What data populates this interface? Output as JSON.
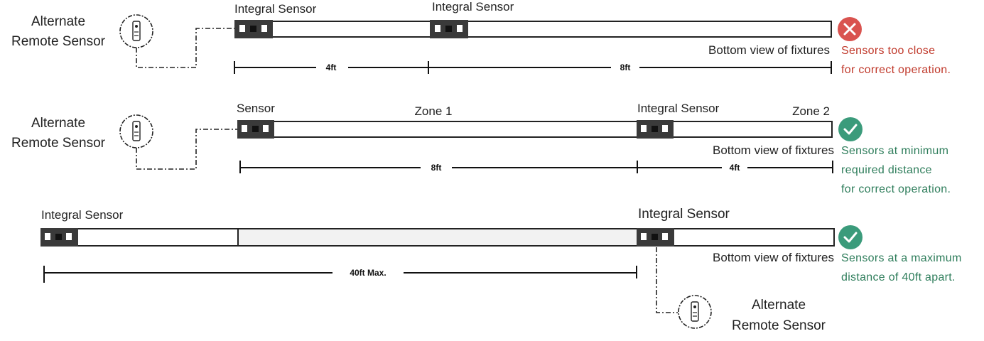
{
  "colors": {
    "error": "#d9534f",
    "ok": "#3b9b7b",
    "error_text": "#c0392b",
    "ok_text": "#2e7d5b",
    "sensor_dark": "#3a3a3a"
  },
  "rows": [
    {
      "alt_sensor_label": [
        "Alternate",
        "Remote Sensor"
      ],
      "sensor_labels": [
        "Integral Sensor",
        "Integral Sensor"
      ],
      "zone_labels": [],
      "bottom_caption": "Bottom view of fixtures",
      "dims": [
        "4ft",
        "8ft"
      ],
      "status": "error",
      "status_icon": "x-icon",
      "status_lines": [
        "Sensors too close",
        "for correct operation."
      ]
    },
    {
      "alt_sensor_label": [
        "Alternate",
        "Remote Sensor"
      ],
      "sensor_labels": [
        "Sensor",
        "Integral Sensor"
      ],
      "zone_labels": [
        "Zone 1",
        "Zone 2"
      ],
      "bottom_caption": "Bottom view of fixtures",
      "dims": [
        "8ft",
        "4ft"
      ],
      "status": "ok",
      "status_icon": "check-icon",
      "status_lines": [
        "Sensors at minimum",
        "required distance",
        "for correct operation."
      ]
    },
    {
      "alt_sensor_label": [
        "Alternate",
        "Remote Sensor"
      ],
      "sensor_labels": [
        "Integral Sensor",
        "Integral Sensor"
      ],
      "zone_labels": [],
      "bottom_caption": "Bottom view of fixtures",
      "dims": [
        "40ft Max."
      ],
      "status": "ok",
      "status_icon": "check-icon",
      "status_lines": [
        "Sensors at a maximum",
        "distance of 40ft apart."
      ]
    }
  ]
}
